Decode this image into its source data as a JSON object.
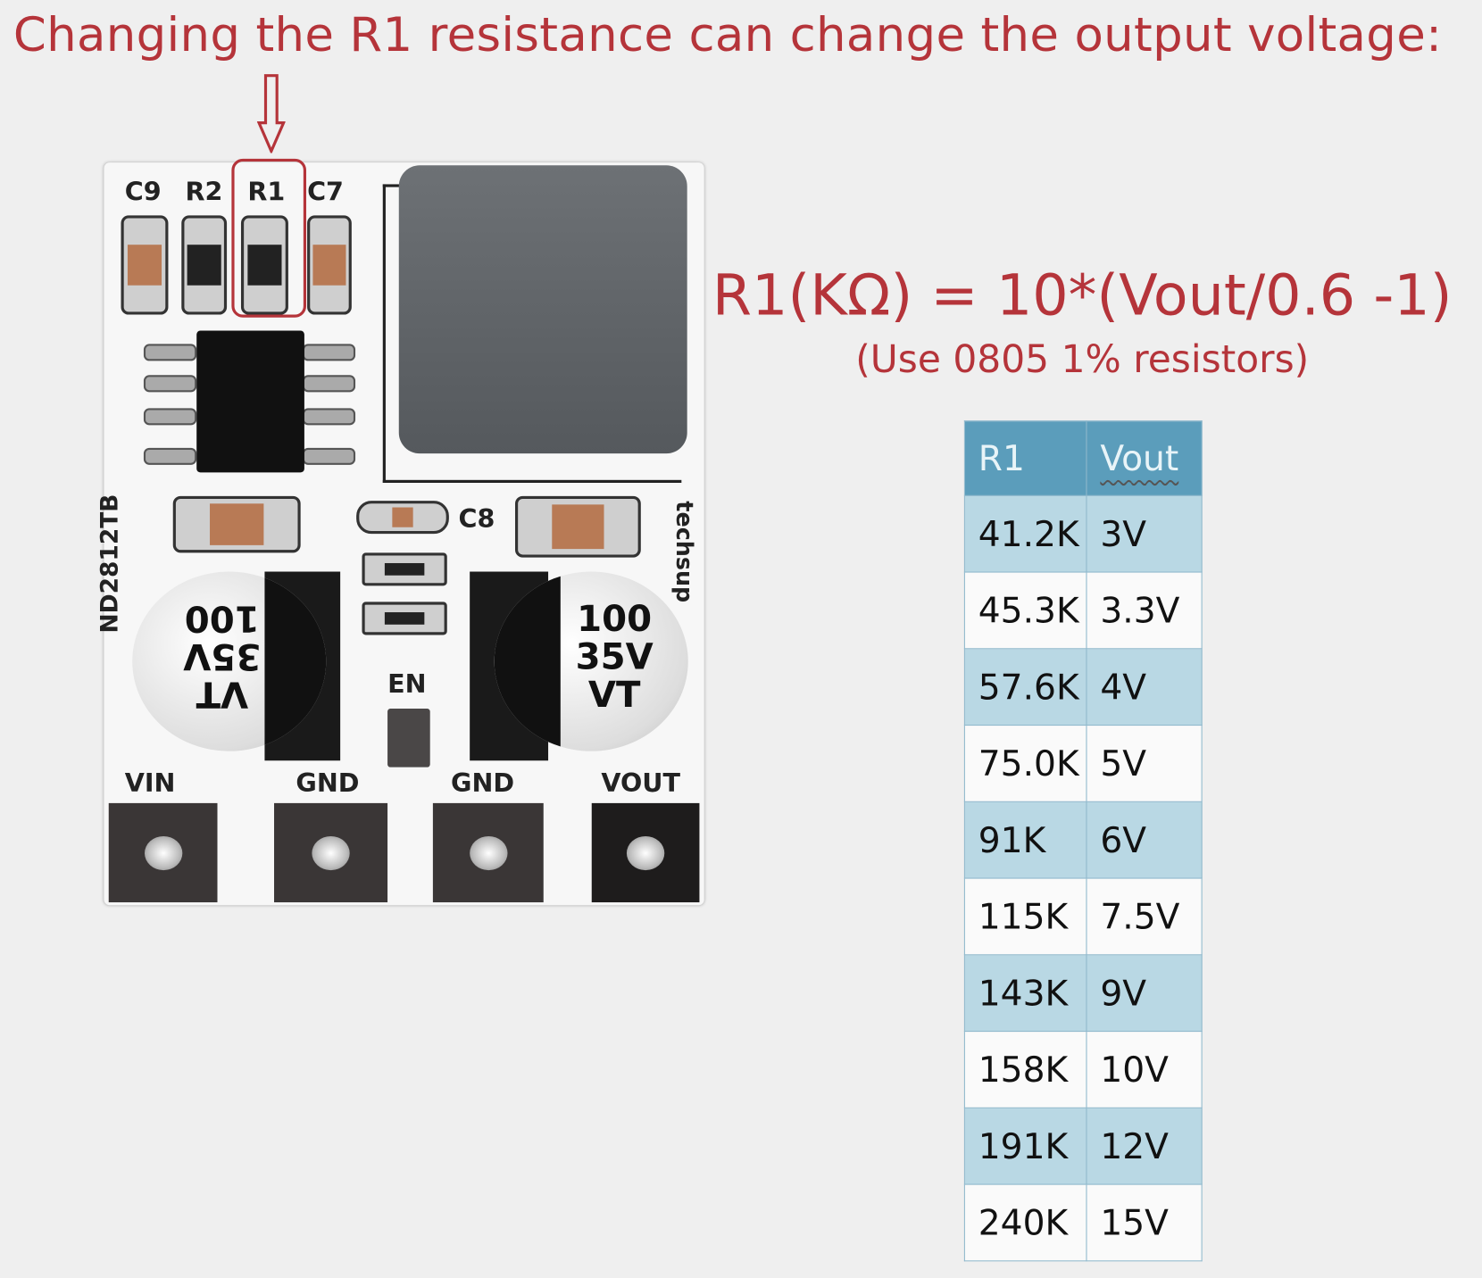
{
  "title": "Changing the R1 resistance can change the output voltage:",
  "formula": "R1(KΩ) = 10*(Vout/0.6 -1)",
  "note": "(Use 0805 1% resistors)",
  "table": {
    "headers": [
      "R1",
      "Vout"
    ],
    "rows": [
      [
        "41.2K",
        "3V"
      ],
      [
        "45.3K",
        "3.3V"
      ],
      [
        "57.6K",
        "4V"
      ],
      [
        "75.0K",
        "5V"
      ],
      [
        "91K",
        "6V"
      ],
      [
        "115K",
        "7.5V"
      ],
      [
        "143K",
        "9V"
      ],
      [
        "158K",
        "10V"
      ],
      [
        "191K",
        "12V"
      ],
      [
        "240K",
        "15V"
      ]
    ]
  },
  "board": {
    "labels": {
      "c9": "C9",
      "r2": "R2",
      "r1": "R1",
      "c7": "C7",
      "c8": "C8",
      "en": "EN",
      "model": "ND2812TB",
      "brand": "techsup"
    },
    "terminals": [
      "VIN",
      "GND",
      "GND",
      "VOUT"
    ],
    "capacitor": {
      "line1": "100",
      "line2": "35V",
      "line3": "VT"
    }
  },
  "colors": {
    "accent": "#b5343a",
    "header": "#5b9dbb",
    "row_alt": "#b9d8e4"
  }
}
